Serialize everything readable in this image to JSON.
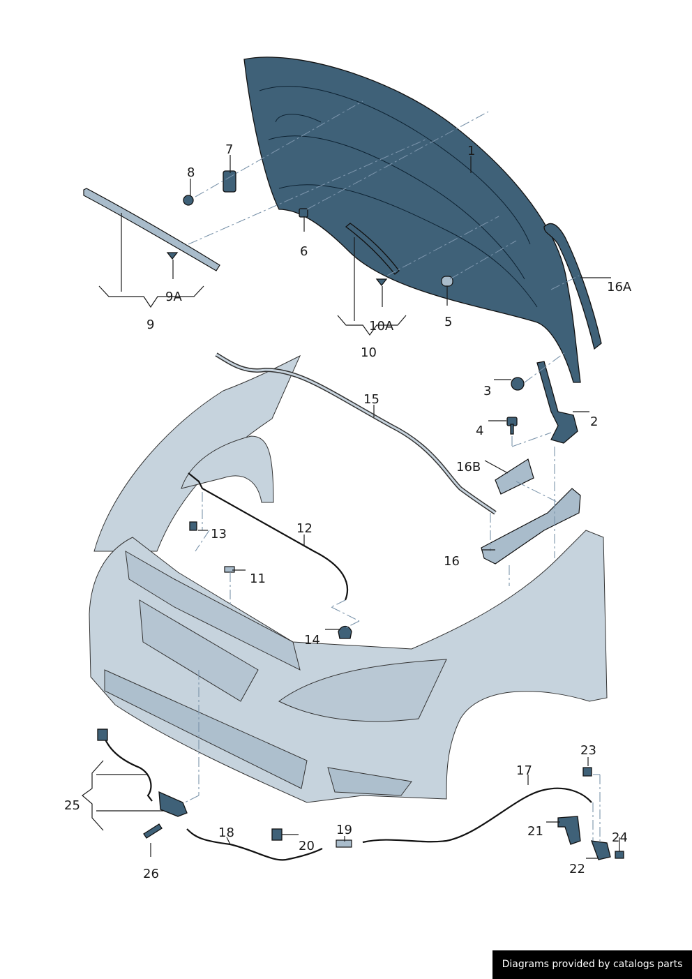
{
  "labels": {
    "p1": "1",
    "p2": "2",
    "p3": "3",
    "p4": "4",
    "p5": "5",
    "p6": "6",
    "p7": "7",
    "p8": "8",
    "p9": "9",
    "p9A": "9A",
    "p10": "10",
    "p10A": "10A",
    "p11": "11",
    "p12": "12",
    "p13": "13",
    "p14": "14",
    "p15": "15",
    "p16": "16",
    "p16A": "16A",
    "p16B": "16B",
    "p17": "17",
    "p18": "18",
    "p19": "19",
    "p20": "20",
    "p21": "21",
    "p22": "22",
    "p23": "23",
    "p24": "24",
    "p25": "25",
    "p26": "26"
  },
  "credit": "Diagrams provided by catalogs parts",
  "colors": {
    "part": "#3f6178",
    "body": "#c6d3dd",
    "dashline": "#7a93aa"
  }
}
